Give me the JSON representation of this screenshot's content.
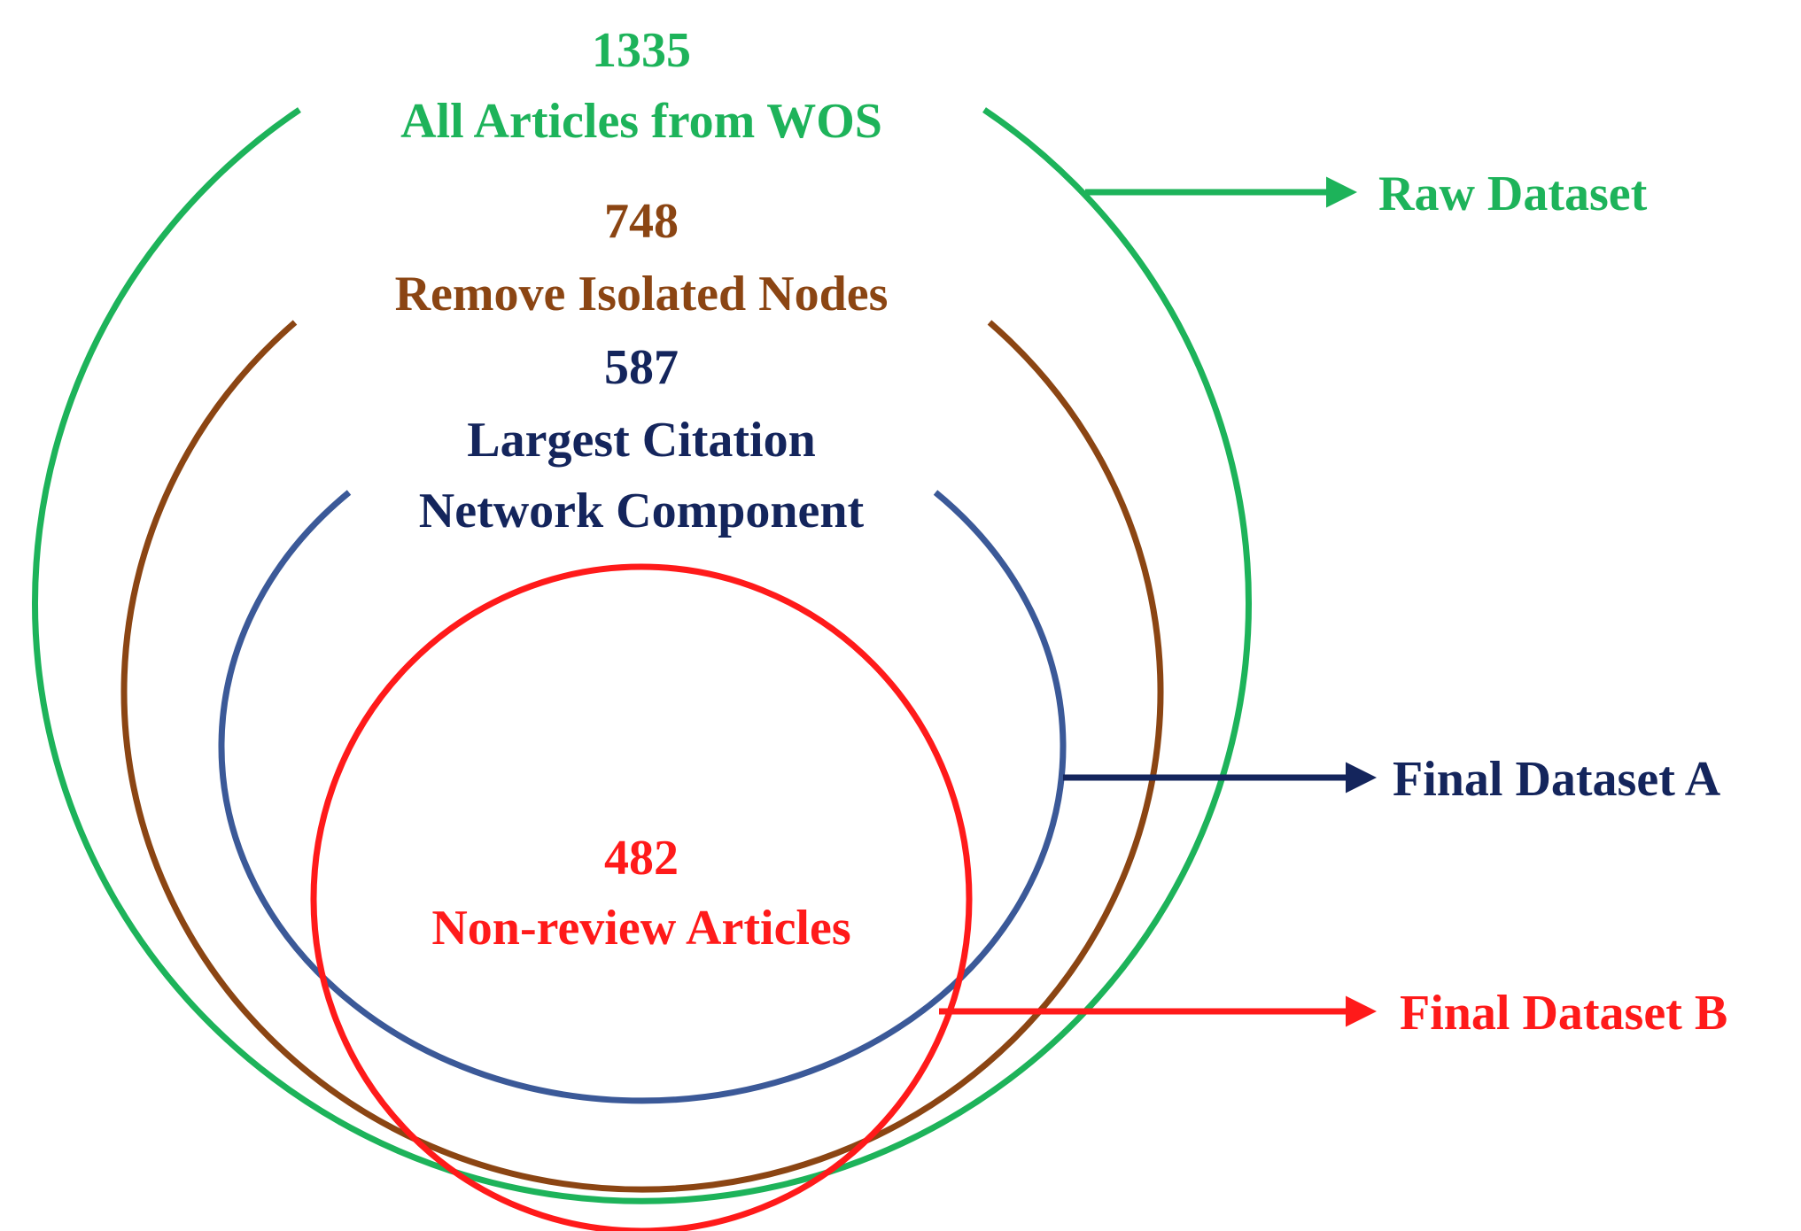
{
  "colors": {
    "raw": "#1db35a",
    "isolated": "#8b4513",
    "largest": "#3b5998",
    "largest_text": "#14255c",
    "nonreview": "#ff1a1a",
    "background": "#ffffff"
  },
  "sets": {
    "raw": {
      "count": "1335",
      "label": "All Articles from WOS"
    },
    "isolated": {
      "count": "748",
      "label": "Remove Isolated Nodes"
    },
    "largest": {
      "count": "587",
      "label_line1": "Largest Citation",
      "label_line2": "Network Component"
    },
    "nonreview": {
      "count": "482",
      "label": "Non-review Articles"
    }
  },
  "outputs": {
    "raw": "Raw Dataset",
    "final_a": "Final Dataset A",
    "final_b": "Final Dataset B"
  }
}
